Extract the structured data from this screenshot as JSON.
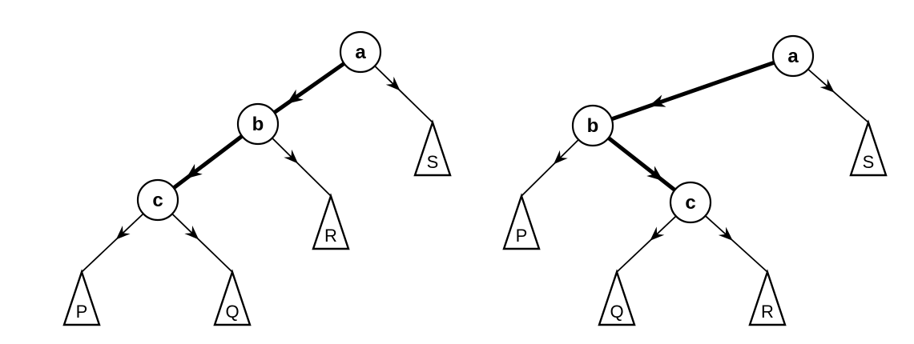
{
  "colors": {
    "ink": "#000000",
    "paper": "#ffffff"
  },
  "trees": [
    {
      "nodes": [
        {
          "id": "a",
          "label": "a"
        },
        {
          "id": "b",
          "label": "b"
        },
        {
          "id": "c",
          "label": "c"
        }
      ],
      "subtrees": [
        {
          "id": "P",
          "label": "P"
        },
        {
          "id": "Q",
          "label": "Q"
        },
        {
          "id": "R",
          "label": "R"
        },
        {
          "id": "S",
          "label": "S"
        }
      ],
      "edges": [
        {
          "from": "a",
          "to": "b",
          "emphasis": "thick"
        },
        {
          "from": "a",
          "to": "S",
          "emphasis": "thin"
        },
        {
          "from": "b",
          "to": "c",
          "emphasis": "thick"
        },
        {
          "from": "b",
          "to": "R",
          "emphasis": "thin"
        },
        {
          "from": "c",
          "to": "P",
          "emphasis": "thin"
        },
        {
          "from": "c",
          "to": "Q",
          "emphasis": "thin"
        }
      ]
    },
    {
      "nodes": [
        {
          "id": "a",
          "label": "a"
        },
        {
          "id": "b",
          "label": "b"
        },
        {
          "id": "c",
          "label": "c"
        }
      ],
      "subtrees": [
        {
          "id": "P",
          "label": "P"
        },
        {
          "id": "Q",
          "label": "Q"
        },
        {
          "id": "R",
          "label": "R"
        },
        {
          "id": "S",
          "label": "S"
        }
      ],
      "edges": [
        {
          "from": "a",
          "to": "b",
          "emphasis": "thick"
        },
        {
          "from": "a",
          "to": "S",
          "emphasis": "thin"
        },
        {
          "from": "b",
          "to": "P",
          "emphasis": "thin"
        },
        {
          "from": "b",
          "to": "c",
          "emphasis": "thick"
        },
        {
          "from": "c",
          "to": "Q",
          "emphasis": "thin"
        },
        {
          "from": "c",
          "to": "R",
          "emphasis": "thin"
        }
      ]
    }
  ]
}
